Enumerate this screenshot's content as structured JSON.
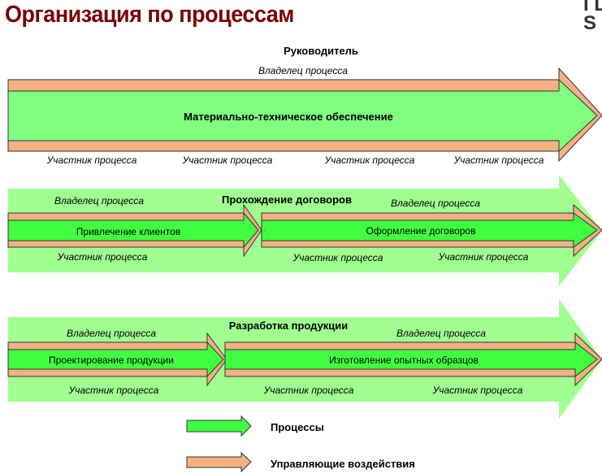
{
  "title": "Организация по процессам",
  "logo": {
    "line1": "I L",
    "line2": "S C"
  },
  "owner_label": "Владелец процесса",
  "participant_label": "Участник процесса",
  "section1": {
    "heading": "Руководитель",
    "main_process": "Материально-техническое обеспечение"
  },
  "section2": {
    "heading": "Прохождение договоров",
    "sub1": "Привлечение клиентов",
    "sub2": "Оформление договоров"
  },
  "section3": {
    "heading": "Разработка продукции",
    "sub1": "Проектирование продукции",
    "sub2": "Изготовление опытных образцов"
  },
  "legend": {
    "processes": "Процессы",
    "management": "Управляющие воздействия"
  },
  "colors": {
    "title": "#7a0000",
    "process_fill": "#80ff80",
    "process_fill_light": "#a0ff90",
    "process_fill_bright": "#40ff40",
    "management_fill": "#f4b184",
    "stroke": "#333333"
  }
}
